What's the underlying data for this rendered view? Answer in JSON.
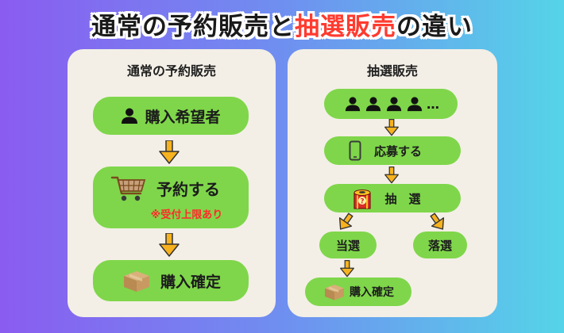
{
  "title": {
    "part1": "通常の予約販売と",
    "part2": "抽選販売",
    "part3": "の違い"
  },
  "left_panel": {
    "title": "通常の予約販売",
    "steps": {
      "applicant": "購入希望者",
      "reserve": "予約する",
      "reserve_note": "※受付上限あり",
      "confirm": "購入確定"
    }
  },
  "right_panel": {
    "title": "抽選販売",
    "steps": {
      "people_ellipsis": "…",
      "apply": "応募する",
      "lottery": "抽　選",
      "win": "当選",
      "lose": "落選",
      "confirm": "購入確定"
    }
  },
  "colors": {
    "pill": "#7fd64a",
    "panel": "#f3efe6",
    "arrow": "#f7b21f",
    "highlight": "#ff3b30"
  },
  "icons": [
    "person-icon",
    "cart-icon",
    "box-icon",
    "smartphone-icon",
    "lottery-box-icon",
    "arrow-down-icon"
  ]
}
